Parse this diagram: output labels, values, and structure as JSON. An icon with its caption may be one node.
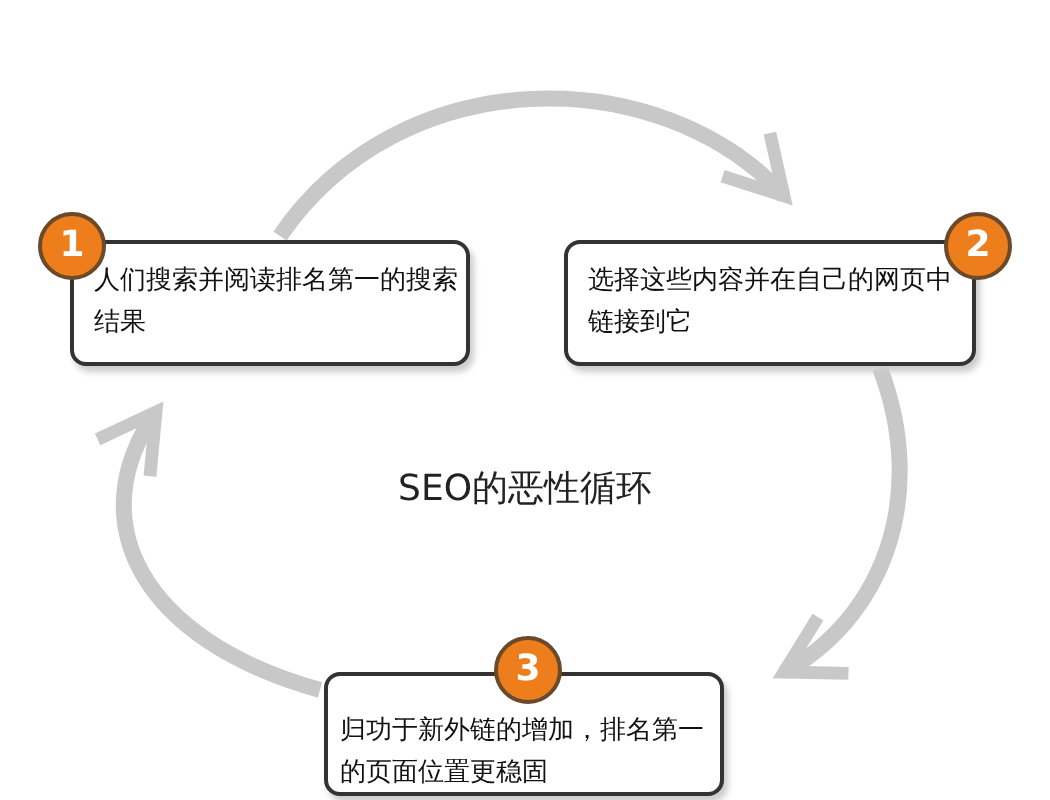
{
  "diagram": {
    "title": "SEO的恶性循环",
    "nodes": [
      {
        "text": [
          "1",
          "人们搜索并阅读排名第一的搜索结果"
        ]
      },
      {
        "text": [
          "2",
          "选择这些内容并在自己的网页中链接到它"
        ]
      },
      {
        "text": [
          "3",
          "归功于新外链的增加，排名第一的页面位置更稳固"
        ]
      }
    ],
    "edges": [
      {
        "from": 0,
        "to": 1,
        "arrow": "to"
      },
      {
        "from": 1,
        "to": 2,
        "arrow": "to"
      },
      {
        "from": 2,
        "to": 0,
        "arrow": "to"
      }
    ]
  }
}
